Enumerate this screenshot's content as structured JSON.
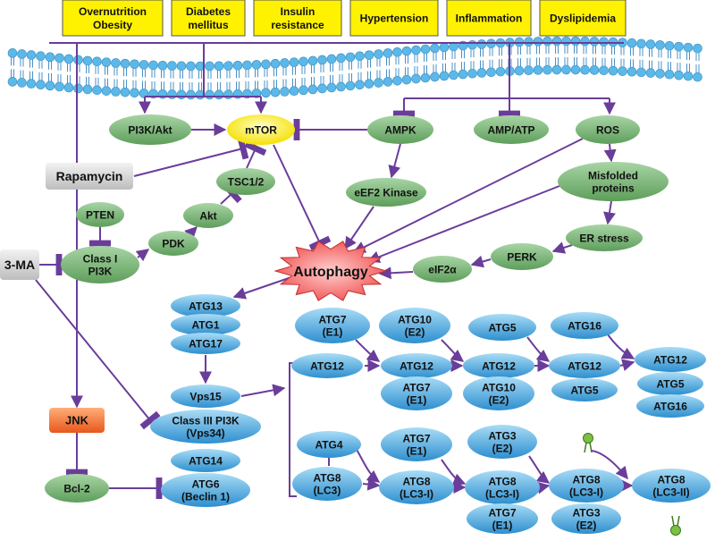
{
  "risk_factors": [
    {
      "id": "overnutrition",
      "lines": [
        "Overnutrition",
        "Obesity"
      ]
    },
    {
      "id": "diabetes",
      "lines": [
        "Diabetes",
        "mellitus"
      ]
    },
    {
      "id": "insulin",
      "lines": [
        "Insulin",
        "resistance"
      ]
    },
    {
      "id": "hypertension",
      "lines": [
        "Hypertension"
      ]
    },
    {
      "id": "inflammation",
      "lines": [
        "Inflammation"
      ]
    },
    {
      "id": "dyslipidemia",
      "lines": [
        "Dyslipidemia"
      ]
    }
  ],
  "nodes": {
    "pi3k_akt": [
      "PI3K/Akt"
    ],
    "mtor": [
      "mTOR"
    ],
    "ampk": [
      "AMPK"
    ],
    "amp_atp": [
      "AMP/ATP"
    ],
    "ros": [
      "ROS"
    ],
    "rapamycin": [
      "Rapamycin"
    ],
    "tsc": [
      "TSC1/2"
    ],
    "eef2k": [
      "eEF2 Kinase"
    ],
    "misfolded": [
      "Misfolded",
      "proteins"
    ],
    "pten": [
      "PTEN"
    ],
    "akt": [
      "Akt"
    ],
    "pdk": [
      "PDK"
    ],
    "classi": [
      "Class I",
      "PI3K"
    ],
    "ma3": [
      "3-MA"
    ],
    "er_stress": [
      "ER stress"
    ],
    "perk": [
      "PERK"
    ],
    "eif2a": [
      "eIF2α"
    ],
    "autophagy": [
      "Autophagy"
    ],
    "atg13": [
      "ATG13"
    ],
    "atg1": [
      "ATG1"
    ],
    "atg17": [
      "ATG17"
    ],
    "vps15": [
      "Vps15"
    ],
    "classiii": [
      "Class III PI3K",
      "(Vps34)"
    ],
    "atg14": [
      "ATG14"
    ],
    "beclin": [
      "ATG6",
      "(Beclin 1)"
    ],
    "jnk": [
      "JNK"
    ],
    "bcl2": [
      "Bcl-2"
    ],
    "c1_atg7": [
      "ATG7",
      "(E1)"
    ],
    "c1_atg12": [
      "ATG12"
    ],
    "c2_atg10": [
      "ATG10",
      "(E2)"
    ],
    "c2_atg12": [
      "ATG12"
    ],
    "c2_atg7": [
      "ATG7",
      "(E1)"
    ],
    "c3_atg5": [
      "ATG5"
    ],
    "c3_atg12": [
      "ATG12"
    ],
    "c3_atg10": [
      "ATG10",
      "(E2)"
    ],
    "c4_atg16": [
      "ATG16"
    ],
    "c4_atg12": [
      "ATG12"
    ],
    "c4_atg5": [
      "ATG5"
    ],
    "c5_atg12": [
      "ATG12"
    ],
    "c5_atg5": [
      "ATG5"
    ],
    "c5_atg16": [
      "ATG16"
    ],
    "d1_atg4": [
      "ATG4"
    ],
    "d1_atg8": [
      "ATG8",
      "(LC3)"
    ],
    "d2_atg7": [
      "ATG7",
      "(E1)"
    ],
    "d2_atg8": [
      "ATG8",
      "(LC3-I)"
    ],
    "d3_atg3": [
      "ATG3",
      "(E2)"
    ],
    "d3_atg8": [
      "ATG8",
      "(LC3-I)"
    ],
    "d3_atg7": [
      "ATG7",
      "(E1)"
    ],
    "d4_atg8": [
      "ATG8",
      "(LC3-I)"
    ],
    "d4_atg3": [
      "ATG3",
      "(E2)"
    ],
    "d5_atg8": [
      "ATG8",
      "(LC3-II)"
    ]
  },
  "colors": {
    "risk_fill": "#fff200",
    "green_node": "#7fb77e",
    "blue_node": "#4fb3e8",
    "mtor_fill": "#fff45c",
    "autophagy_fill": "#f26b6b",
    "grey_box": "#d9d9d9",
    "jnk_fill": "#f47c3c",
    "arrow": "#6a3d9a",
    "membrane": "#5bb8e8",
    "lipid_tail": "#4a90c8"
  }
}
